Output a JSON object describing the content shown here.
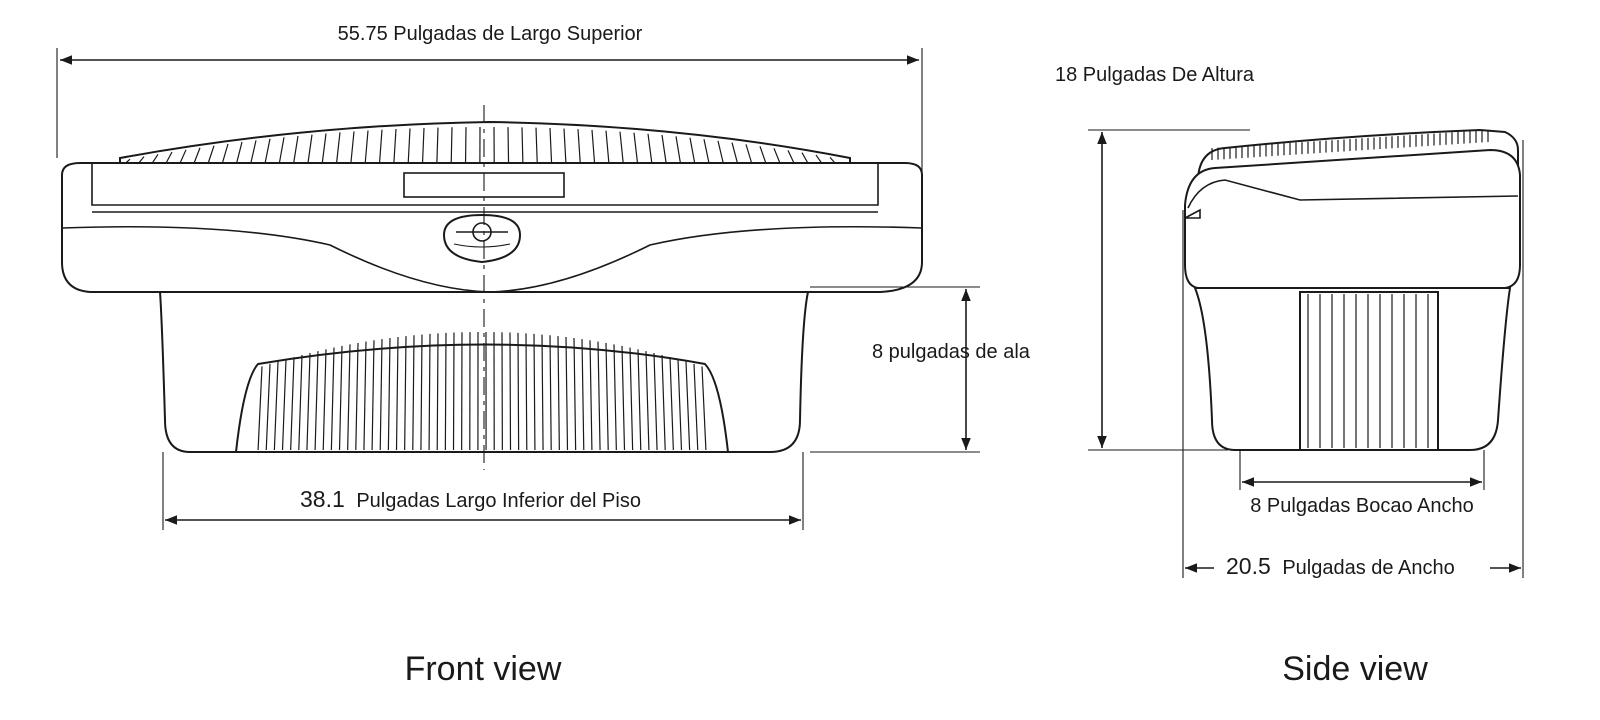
{
  "labels": {
    "top_length": "55.75 Pulgadas de Largo Superior",
    "bottom_length_number": "38.1",
    "bottom_length_text": "Pulgadas Largo Inferior del Piso",
    "wing": "8 pulgadas de ala",
    "height": "18 Pulgadas De Altura",
    "mouth_width": "8 Pulgadas Bocao Ancho",
    "width_number": "20.5",
    "width_text": "Pulgadas de Ancho"
  },
  "views": {
    "front": "Front view",
    "side": "Side view"
  }
}
